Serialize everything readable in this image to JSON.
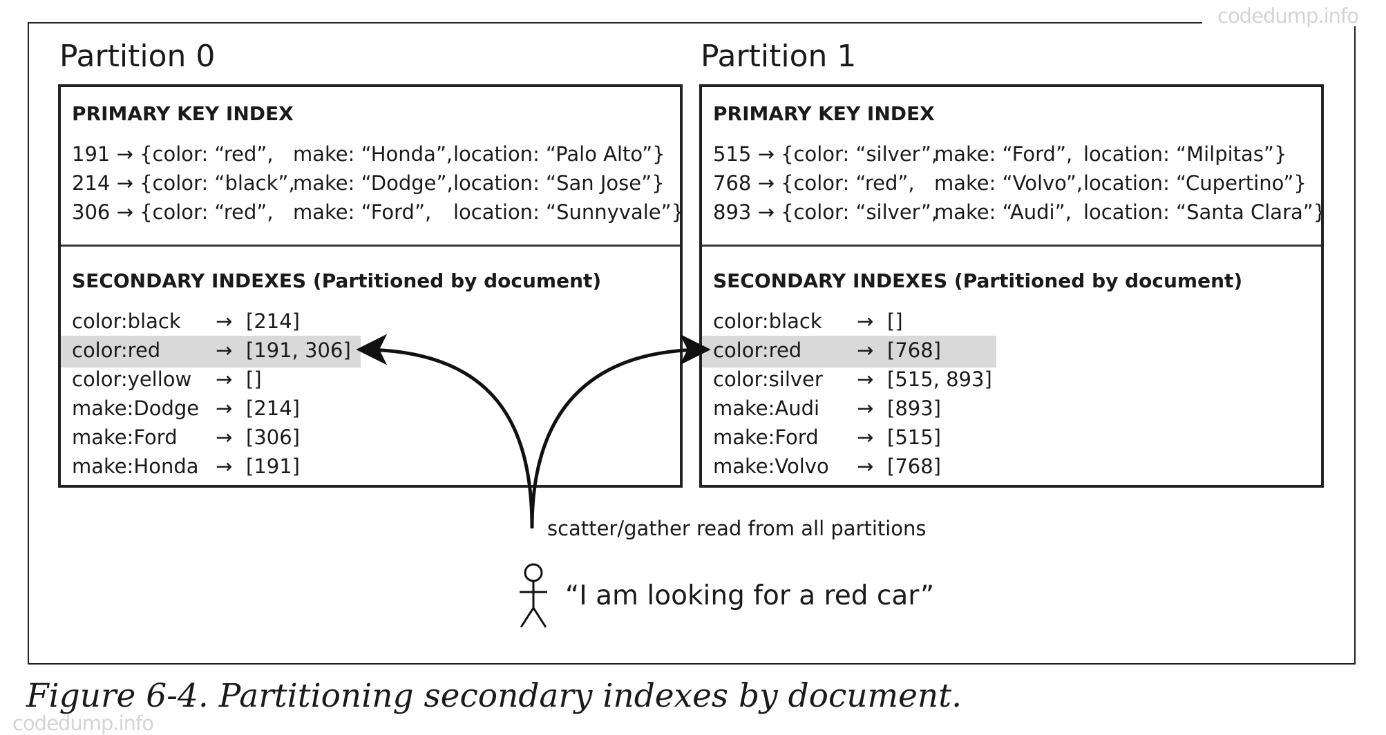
{
  "watermark": "codedump.info",
  "partitions": [
    {
      "title": "Partition 0",
      "primary_heading": "PRIMARY KEY INDEX",
      "primary_rows": [
        {
          "key": "191 → {color: “red”,",
          "make": "make: “Honda”,",
          "location": "location: “Palo Alto”}"
        },
        {
          "key": "214 → {color: “black”,",
          "make": "make: “Dodge”,",
          "location": "location: “San Jose”}"
        },
        {
          "key": "306 → {color: “red”,",
          "make": "make: “Ford”,",
          "location": "location: “Sunnyvale”}"
        }
      ],
      "secondary_heading": "SECONDARY INDEXES (Partitioned by document)",
      "secondary_rows": [
        {
          "term": "color:black",
          "arrow": "→",
          "ids": "[214]"
        },
        {
          "term": "color:red",
          "arrow": "→",
          "ids": "[191, 306]",
          "highlighted": true
        },
        {
          "term": "color:yellow",
          "arrow": "→",
          "ids": "[]"
        },
        {
          "term": "make:Dodge",
          "arrow": "→",
          "ids": "[214]"
        },
        {
          "term": "make:Ford",
          "arrow": "→",
          "ids": "[306]"
        },
        {
          "term": "make:Honda",
          "arrow": "→",
          "ids": "[191]"
        }
      ]
    },
    {
      "title": "Partition 1",
      "primary_heading": "PRIMARY KEY INDEX",
      "primary_rows": [
        {
          "key": "515 → {color: “silver”,",
          "make": "make: “Ford”,",
          "location": "location: “Milpitas”}"
        },
        {
          "key": "768 → {color: “red”,",
          "make": "make: “Volvo”,",
          "location": "location: “Cupertino”}"
        },
        {
          "key": "893 → {color: “silver”,",
          "make": "make: “Audi”,",
          "location": "location: “Santa Clara”}"
        }
      ],
      "secondary_heading": "SECONDARY INDEXES (Partitioned by document)",
      "secondary_rows": [
        {
          "term": "color:black",
          "arrow": "→",
          "ids": "[]"
        },
        {
          "term": "color:red",
          "arrow": "→",
          "ids": "[768]",
          "highlighted": true
        },
        {
          "term": "color:silver",
          "arrow": "→",
          "ids": "[515, 893]"
        },
        {
          "term": "make:Audi",
          "arrow": "→",
          "ids": "[893]"
        },
        {
          "term": "make:Ford",
          "arrow": "→",
          "ids": "[515]"
        },
        {
          "term": "make:Volvo",
          "arrow": "→",
          "ids": "[768]"
        }
      ]
    }
  ],
  "annotation": "scatter/gather read from all partitions",
  "user_quote": "“I am looking for a red car”",
  "caption": "Figure 6-4. Partitioning secondary indexes by document.",
  "colors": {
    "highlight": "#d9d9d9",
    "ink": "#1a1a1a"
  }
}
